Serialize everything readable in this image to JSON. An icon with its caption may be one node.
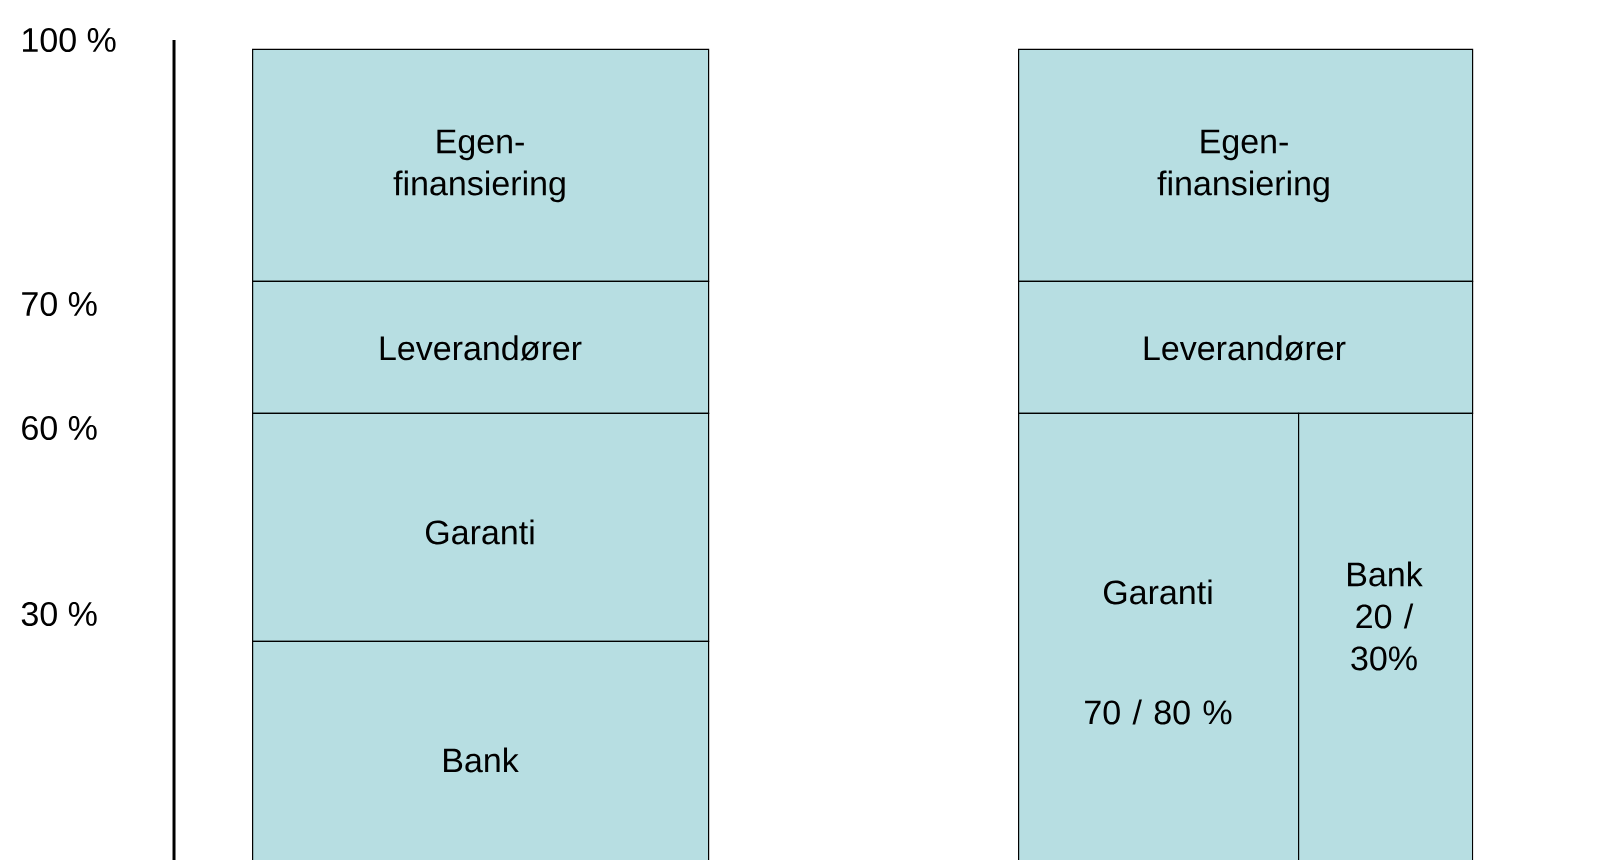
{
  "diagram": {
    "nodes": [
      {
        "text": [
          "Egen- finansiering"
        ]
      },
      {
        "text": [
          "Leverandører"
        ]
      },
      {
        "text": [
          "Garanti"
        ]
      },
      {
        "text": [
          "Bank"
        ]
      },
      {
        "text": [
          "Egen- finansiering"
        ]
      },
      {
        "text": [
          "Leverandører"
        ]
      },
      {
        "text": [
          "Garanti",
          "70 / 80 %"
        ]
      },
      {
        "text": [
          "Bank 20 / 30%"
        ]
      }
    ],
    "labels": [
      "100 %",
      "70 %",
      "60 %",
      "30 %"
    ]
  }
}
